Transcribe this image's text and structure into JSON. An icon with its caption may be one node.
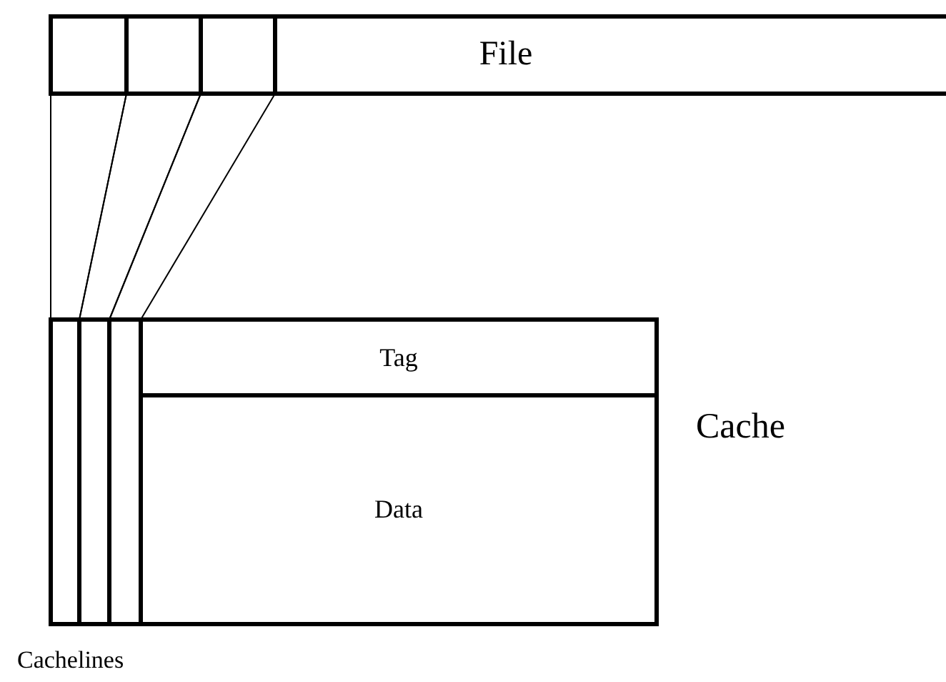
{
  "diagram": {
    "nodes": [
      {
        "text": [
          "File"
        ]
      },
      {
        "text": [],
        "shape": "box",
        "in": 0
      },
      {
        "text": [],
        "shape": "box",
        "in": 0
      },
      {
        "text": [],
        "shape": "box",
        "in": 0
      },
      {
        "text": [],
        "shape": "box",
        "beside": [
          "Cache"
        ]
      },
      {
        "text": [],
        "shape": "box",
        "in": 4
      },
      {
        "text": [],
        "shape": "box",
        "in": 4
      },
      {
        "text": [],
        "shape": "box",
        "in": 4
      },
      {
        "text": [
          "Tag"
        ],
        "in": 4
      },
      {
        "text": [
          "Data"
        ],
        "in": 4
      }
    ],
    "edges": [
      {
        "from": 1,
        "to": 5,
        "arrow": "none"
      },
      {
        "from": 2,
        "to": 6,
        "arrow": "none"
      },
      {
        "from": 3,
        "to": 7,
        "arrow": "none"
      }
    ],
    "labels": [
      "Cachelines"
    ]
  }
}
